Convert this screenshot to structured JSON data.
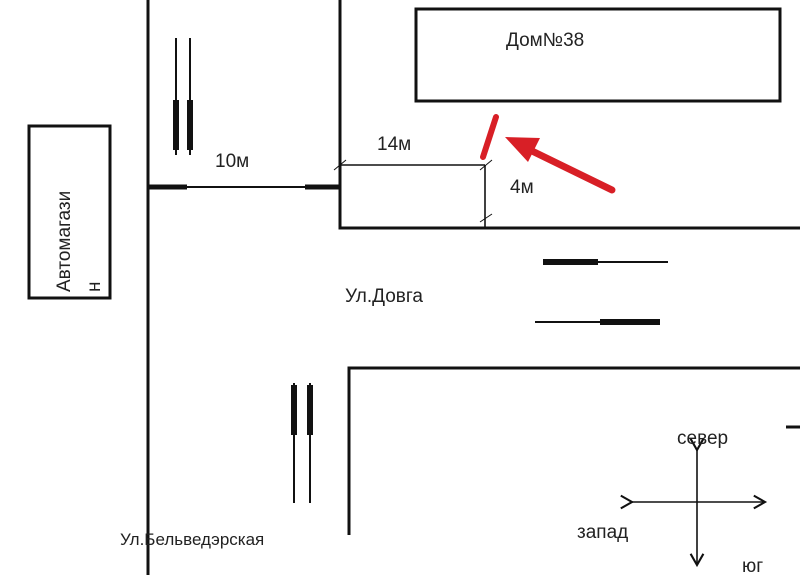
{
  "labels": {
    "house": "Дом№38",
    "shop_line1": "Автомагази",
    "shop_line2": "н",
    "dist_10": "10м",
    "dist_14": "14м",
    "dist_4": "4м",
    "street_dovga": "Ул.Довга",
    "street_belvederskaya": "Ул.Бельведэрская",
    "north": "север",
    "west": "запад",
    "south": "юг"
  },
  "colors": {
    "line": "#111111",
    "marker": "#d81f26"
  }
}
